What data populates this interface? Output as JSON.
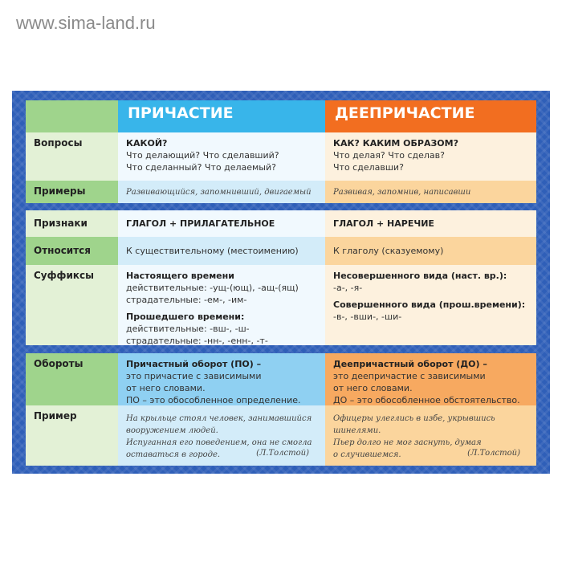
{
  "watermark": "www.sima-land.ru",
  "headers": {
    "participle": "ПРИЧАСТИЕ",
    "gerund": "ДЕЕПРИЧАСТИЕ"
  },
  "rows": {
    "questions": {
      "label": "Вопросы",
      "p_title": "КАКОЙ?",
      "p_lines": [
        "Что делающий? Что сделавший?",
        "Что сделанный? Что делаемый?"
      ],
      "g_title": "КАК? КАКИМ ОБРАЗОМ?",
      "g_lines": [
        "Что делая? Что сделав?",
        "Что сделавши?"
      ]
    },
    "examples": {
      "label": "Примеры",
      "p": "Развивающийся, запомнивший, двигаемый",
      "g": "Развивая, запомнив, написавши"
    },
    "features": {
      "label": "Признаки",
      "p": "ГЛАГОЛ + ПРИЛАГАТЕЛЬНОЕ",
      "g": "ГЛАГОЛ + НАРЕЧИЕ"
    },
    "relates": {
      "label": "Относится",
      "p": "К существительному (местоимению)",
      "g": "К глаголу (сказуемому)"
    },
    "suffixes": {
      "label": "Суффиксы",
      "p_present": "Настоящего времени",
      "p_present_lines": [
        "действительные: -ущ-(ющ), -ащ-(ящ)",
        "страдательные: -ем-, -им-"
      ],
      "p_past": "Прошедшего времени:",
      "p_past_lines": [
        "действительные: -вш-, -ш-",
        "страдательные: -нн-, -енн-, -т-"
      ],
      "g_imperf": "Несовершенного вида (наст. вр.):",
      "g_imperf_line": "-а-, -я-",
      "g_perf": "Совершенного вида (прош.времени):",
      "g_perf_line": "-в-, -вши-, -ши-"
    },
    "phrases": {
      "label": "Обороты",
      "p_title": "Причастный оборот (ПО)",
      "p_lines": [
        "это причастие с зависимыми",
        "от него словами.",
        "ПО – это обособленное определение."
      ],
      "g_title": "Деепричастный оборот (ДО)",
      "g_lines": [
        "это деепричастие с зависимыми",
        "от него словами.",
        "ДО – это обособленное обстоятельство."
      ]
    },
    "example": {
      "label": "Пример",
      "p_lines": [
        "На крыльце стоял человек, занимавшийся",
        "вооружением людей.",
        "Испуганная его поведением, она не смогла",
        "оставаться в городе."
      ],
      "p_source": "(Л.Толстой)",
      "g_lines": [
        "Офицеры улеглись в избе, укрывшись",
        "шинелями.",
        "Пьер долго не мог заснуть, думая",
        "о случившемся."
      ],
      "g_source": "(Л.Толстой)"
    }
  }
}
